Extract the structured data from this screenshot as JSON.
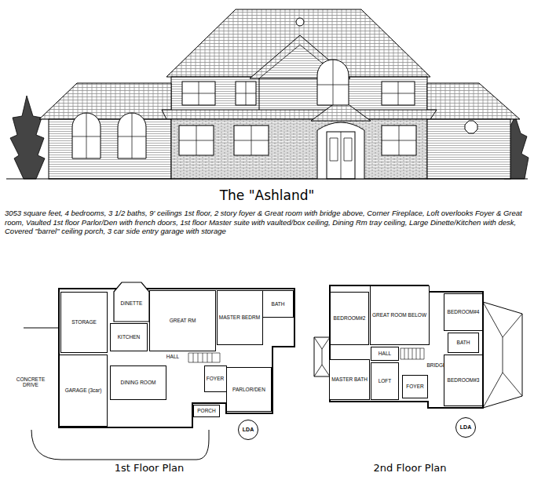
{
  "diagram": {
    "title": "The \"Ashland\"",
    "nodes": [
      {
        "text": [
          "STORAGE"
        ]
      },
      {
        "text": [
          "DINETTE"
        ]
      },
      {
        "text": [
          "GREAT RM"
        ]
      },
      {
        "text": [
          "MASTER BEDRM"
        ]
      },
      {
        "text": [
          "BATH"
        ]
      },
      {
        "text": [
          "KITCHEN"
        ]
      },
      {
        "text": [
          "DINING ROOM"
        ]
      },
      {
        "text": [
          "FOYER"
        ]
      },
      {
        "text": [
          "PARLOR/DEN"
        ]
      },
      {
        "text": [
          "GARAGE (3car)"
        ]
      },
      {
        "text": [
          "PORCH"
        ]
      },
      {
        "text": [
          "LDA"
        ]
      },
      {
        "text": [
          "BEDROOM#2"
        ]
      },
      {
        "text": [
          "GREAT ROOM BELOW"
        ]
      },
      {
        "text": [
          "BEDROOM#4"
        ]
      },
      {
        "text": [
          "BATH"
        ]
      },
      {
        "text": [
          "BEDROOM#3"
        ]
      },
      {
        "text": [
          "HALL"
        ]
      },
      {
        "text": [
          "MASTER BATH"
        ]
      },
      {
        "text": [
          "LOFT"
        ]
      },
      {
        "text": [
          "FOYER"
        ]
      },
      {
        "text": [
          "LDA"
        ]
      }
    ],
    "labels": [
      "3053 square feet, 4 bedrooms, 3 1/2 baths, 9' ceilings 1st floor, 2 story foyer & Great room with bridge above, Corner Fireplace, Loft overlooks Foyer & Great room, Vaulted 1st floor Parlor/Den with french doors, 1st floor Master suite with vaulted/box ceiling, Dining Rm tray ceiling, Large Dinette/Kitchen with desk, Covered \"barrel\" ceiling porch, 3 car side entry garage with storage",
      "CONCRETE DRIVE",
      "HALL",
      "BRIDGE",
      "1st Floor Plan",
      "2nd Floor Plan"
    ]
  }
}
